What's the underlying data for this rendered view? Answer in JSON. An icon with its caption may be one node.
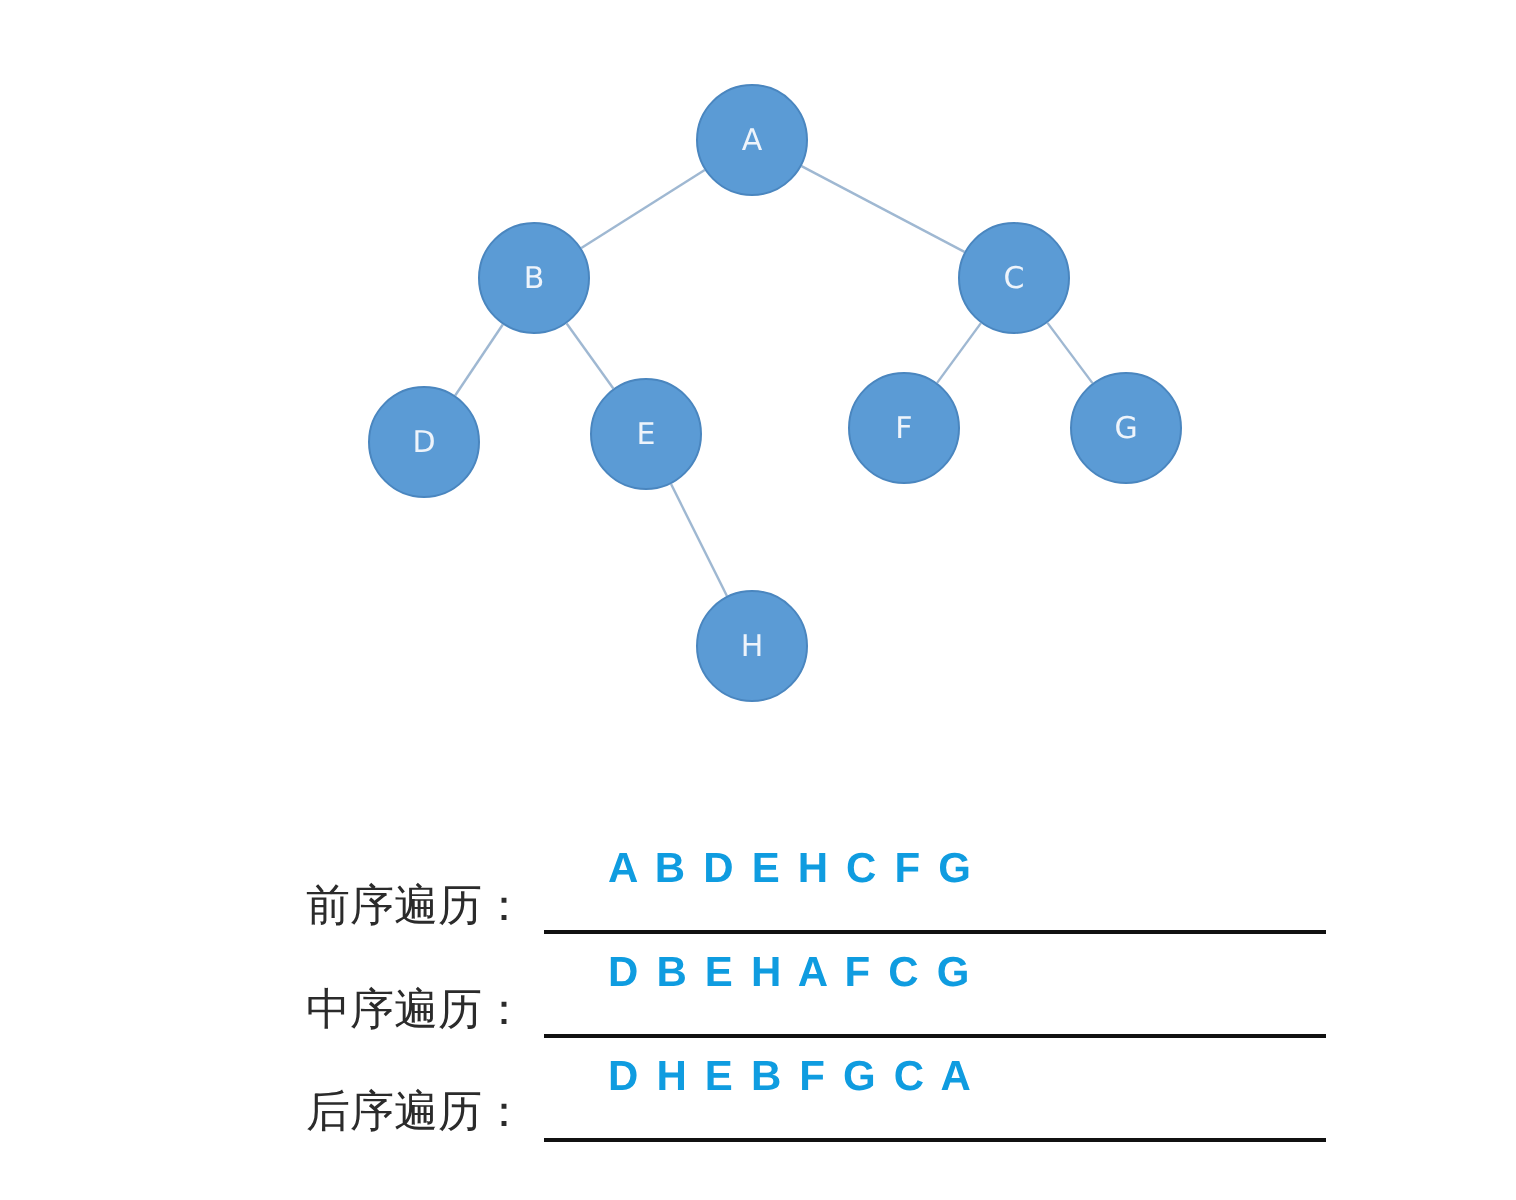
{
  "diagram": {
    "nodes": [
      {
        "text": [
          "A"
        ]
      },
      {
        "text": [
          "B"
        ]
      },
      {
        "text": [
          "C"
        ]
      },
      {
        "text": [
          "D"
        ]
      },
      {
        "text": [
          "E"
        ]
      },
      {
        "text": [
          "F"
        ]
      },
      {
        "text": [
          "G"
        ]
      },
      {
        "text": [
          "H"
        ]
      }
    ],
    "edges": [
      {
        "from": 0,
        "to": 1,
        "arrow": "none"
      },
      {
        "from": 0,
        "to": 2,
        "arrow": "none"
      },
      {
        "from": 1,
        "to": 3,
        "arrow": "none"
      },
      {
        "from": 1,
        "to": 4,
        "arrow": "none"
      },
      {
        "from": 4,
        "to": 7,
        "arrow": "none"
      },
      {
        "from": 2,
        "to": 5,
        "arrow": "none"
      },
      {
        "from": 2,
        "to": 6,
        "arrow": "none"
      }
    ],
    "labels": [
      "前序遍历：",
      "A B D E H C F G",
      "中序遍历：",
      "D B E H A F C G",
      "后序遍历：",
      "D H E B F G C A"
    ]
  }
}
